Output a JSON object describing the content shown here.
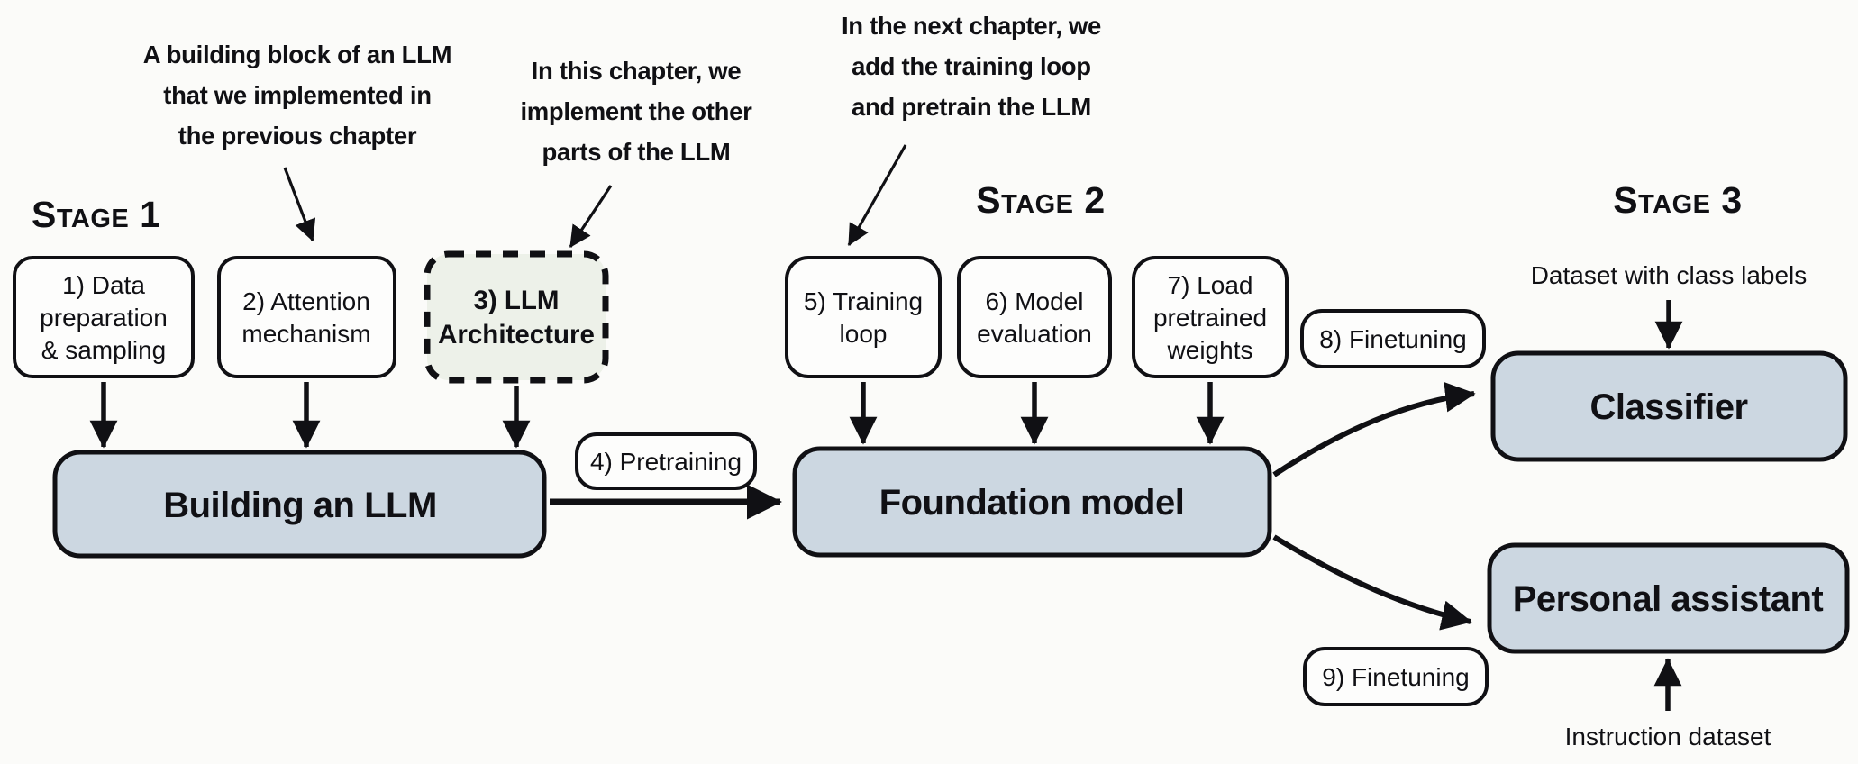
{
  "stages": [
    {
      "label": "Stage 1"
    },
    {
      "label": "Stage 2"
    },
    {
      "label": "Stage 3"
    }
  ],
  "annotations": [
    {
      "lines": [
        "A building block of an LLM",
        "that we implemented in",
        "the previous chapter"
      ]
    },
    {
      "lines": [
        "In this chapter, we",
        "implement the other",
        "parts of the LLM"
      ]
    },
    {
      "lines": [
        "In the next chapter, we",
        "add the training loop",
        "and pretrain the LLM"
      ]
    }
  ],
  "step_boxes": {
    "data_prep": {
      "lines": [
        "1) Data",
        "preparation",
        "& sampling"
      ]
    },
    "attention": {
      "lines": [
        "2) Attention",
        "mechanism"
      ]
    },
    "llm_arch": {
      "lines": [
        "3) LLM",
        "Architecture"
      ]
    },
    "training_loop": {
      "lines": [
        "5) Training",
        "loop"
      ]
    },
    "model_eval": {
      "lines": [
        "6) Model",
        "evaluation"
      ]
    },
    "load_weights": {
      "lines": [
        "7) Load",
        "pretrained",
        "weights"
      ]
    }
  },
  "badges": {
    "pretraining": "4) Pretraining",
    "finetuning_classifier": "8) Finetuning",
    "finetuning_assistant": "9) Finetuning"
  },
  "main_boxes": {
    "building": "Building an LLM",
    "foundation": "Foundation model",
    "classifier": "Classifier",
    "assistant": "Personal assistant"
  },
  "side_labels": {
    "class_dataset": "Dataset with class labels",
    "instruction_dataset": "Instruction dataset"
  },
  "colors": {
    "background": "#fbfbf9",
    "box_fill": "#ccd7e1",
    "arch_fill": "#edf1e9",
    "stroke": "#101014"
  }
}
